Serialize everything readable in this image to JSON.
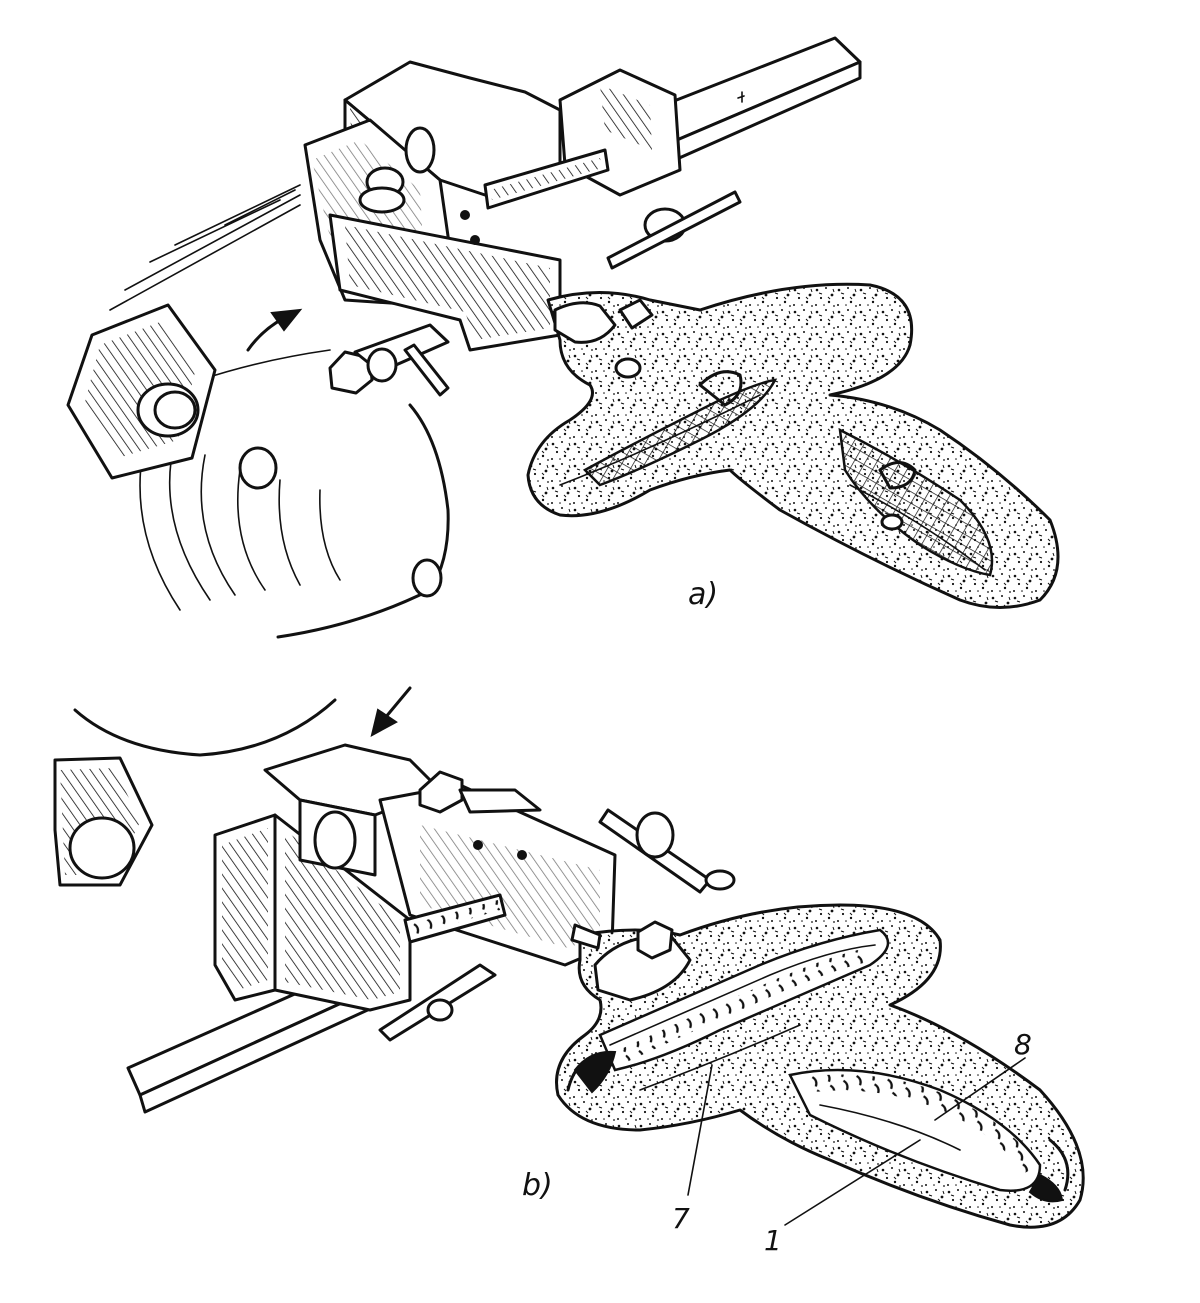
{
  "figure": {
    "panel_a": {
      "label": "a)"
    },
    "panel_b": {
      "label": "b)",
      "callouts": [
        {
          "id": "callout-1",
          "text": "1"
        },
        {
          "id": "callout-7",
          "text": "7"
        },
        {
          "id": "callout-8",
          "text": "8"
        }
      ]
    }
  }
}
